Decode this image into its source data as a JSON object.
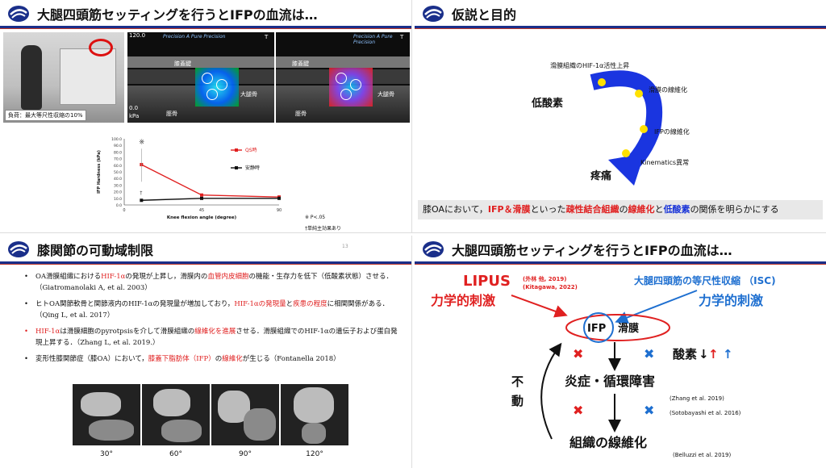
{
  "slide1": {
    "title": "大腿四頭筋セッティングを行うとIFPの血流は…",
    "photo_caption": "負荷：最大等尺性収縮の10%",
    "us_brand": "Precision  A Pure Precision",
    "us_scale_top": "120.0",
    "us_scale_bottom": "0.0",
    "us_scale_unit": "kPa",
    "us_label_ifp": "膝蓋腱",
    "us_label_tibia": "脛骨",
    "us_label_femur": "大腿骨",
    "us_t": "T",
    "chart_data": {
      "type": "line",
      "x": [
        10,
        45,
        90
      ],
      "xticks": [
        "0",
        "45",
        "90"
      ],
      "xlim": [
        0,
        90
      ],
      "ylim": [
        0,
        100
      ],
      "yticks": [
        "0.0",
        "10.0",
        "20.0",
        "30.0",
        "40.0",
        "50.0",
        "60.0",
        "70.0",
        "80.0",
        "90.0",
        "100.0"
      ],
      "xlabel": "Knee flexion angle (degree)",
      "ylabel": "IFP Hardness (kPa)",
      "series": [
        {
          "name": "QS時",
          "values": [
            61,
            15,
            12
          ],
          "color": "#e02020"
        },
        {
          "name": "安静時",
          "values": [
            7,
            10,
            10
          ],
          "color": "#111111"
        }
      ],
      "annotations": [
        "※",
        "†"
      ],
      "footnotes": [
        "※ P<.05",
        "†単純主効果あり"
      ]
    }
  },
  "slide2": {
    "title": "仮説と目的",
    "label_hypoxia": "低酸素",
    "label_pain": "疼痛",
    "steps": [
      "滑膜組織のHIF-1α活性上昇",
      "滑膜の線維化",
      "IFPの線維化",
      "Kinematics異常"
    ],
    "goal": {
      "p1": "膝OAにおいて，",
      "p2": "IFP＆滑膜",
      "p3": "といった",
      "p4": "疎性結合組織",
      "p5": "の",
      "p6": "線維化",
      "p7": "と",
      "p8": "低酸素",
      "p9": "の関係を明らかにする"
    }
  },
  "slide3": {
    "title": "膝関節の可動域制限",
    "page": "13",
    "bullets": [
      {
        "a": "OA滑膜組織における",
        "b": "HIF-1α",
        "c": "の発現が上昇し，滑膜内の",
        "d": "血管内皮細胞",
        "e": "の機能・生存力を低下（低酸素状態）させる．（Giatromanolaki A, et al. 2003）"
      },
      {
        "a": "ヒトOA関節軟骨と関節液内のHIF-1αの発現量が増加しており，",
        "b": "HIF-1αの発現量",
        "c": "と",
        "d": "疾患の程度",
        "e": "に相関関係がある．（Qing L, et al.  2017）"
      },
      {
        "a": "",
        "b": "HIF-1α",
        "c": "は滑膜細胞のpyrotpsisを介して滑膜組織の",
        "d": "線維化を進展",
        "e": "させる．滑膜組織でのHIF-1αの遺伝子および蛋白発現上昇する．（Zhang L, et al.  2019.）"
      },
      {
        "a": "変形性膝関節症（膝OA）において，",
        "b": "膝蓋下脂肪体（IFP）",
        "c": "の",
        "d": "線維化",
        "e": "が生じる（Fontanella 2018）"
      }
    ],
    "angles": [
      "30°",
      "60°",
      "90°",
      "120°"
    ]
  },
  "slide4": {
    "title": "大腿四頭筋セッティングを行うとIFPの血流は…",
    "lipus": "LIPUS",
    "lipus_ref1": "(外林 他, 2019)",
    "lipus_ref2": "(Kitagawa, 2022)",
    "mech_left": "力学的刺激",
    "isc": "大腿四頭筋の等尺性収縮 （ISC)",
    "mech_right": "力学的刺激",
    "ifp": "IFP",
    "synovium": "滑膜",
    "oxygen": "酸素",
    "immobile": [
      "不",
      "動"
    ],
    "inflammation": "炎症・循環障害",
    "ref_zhang": "(Zhang et al. 2019)",
    "ref_soto": "(Sotobayashi et al. 2016)",
    "fibrosis": "組織の線維化",
    "ref_belluzzi": "(Belluzzi et al. 2019)"
  }
}
